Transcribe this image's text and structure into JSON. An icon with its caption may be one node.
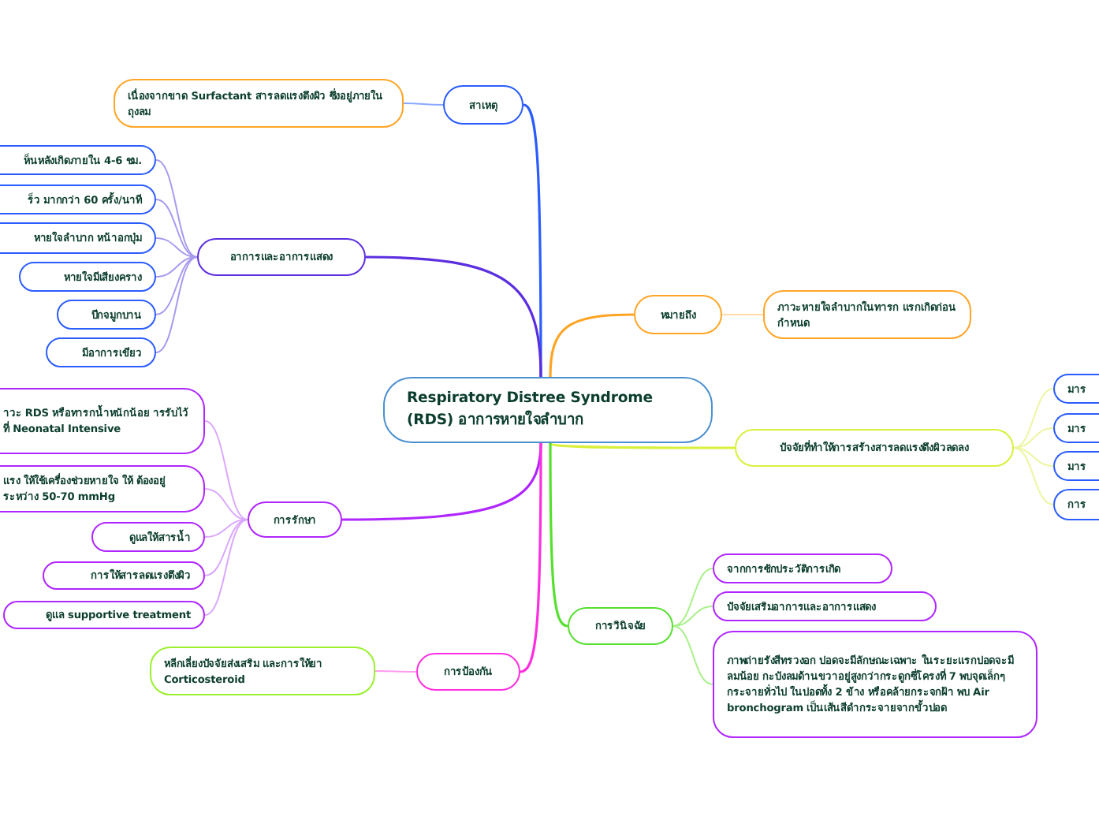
{
  "diagram": {
    "nodes": [
      {
        "text": [
          "Respiratory Distree Syndrome (RDS) อาการหายใจลำบาก"
        ]
      },
      {
        "text": [
          "สาเหตุ"
        ]
      },
      {
        "text": [
          "เนื่องจากขาด Surfactant สารลดแรงตึงผิว ซึ่งอยู่ภายในถุงลม"
        ]
      },
      {
        "text": [
          "อาการและอาการแสดง"
        ]
      },
      {
        "text": [
          "ห็นหลังเกิดภายใน 4-6 ชม."
        ]
      },
      {
        "text": [
          "ร็ว มากกว่า 60 ครั้ง/นาที"
        ]
      },
      {
        "text": [
          "หายใจลำบาก หน้าอกบุ๋ม"
        ]
      },
      {
        "text": [
          "หายใจมีเสียงคราง"
        ]
      },
      {
        "text": [
          "ปีกจมูกบาน"
        ]
      },
      {
        "text": [
          "มีอาการเขียว"
        ]
      },
      {
        "text": [
          "หมายถึง"
        ]
      },
      {
        "text": [
          "ภาวะหายใจลำบากในทารก แรกเกิดก่อนกำหนด"
        ]
      },
      {
        "text": [
          "ปัจจัยที่ทำให้การสร้างสารลดแรงตึงผิวลดลง"
        ]
      },
      {
        "text": [
          "มาร"
        ]
      },
      {
        "text": [
          "มาร"
        ]
      },
      {
        "text": [
          "มาร"
        ]
      },
      {
        "text": [
          "การ"
        ]
      },
      {
        "text": [
          "การรักษา"
        ]
      },
      {
        "text": [
          "าวะ RDS หรือทารกน้ำหนักน้อย ารรับไว้ที่ Neonatal Intensive"
        ]
      },
      {
        "text": [
          "แรง ให้ใช้เครื่องช่วยหายใจ ให้ ต้องอยู่ระหว่าง 50-70 mmHg"
        ]
      },
      {
        "text": [
          "ดูแลให้สารน้ำ"
        ]
      },
      {
        "text": [
          "การให้สารลดแรงตึงผิว"
        ]
      },
      {
        "text": [
          "ดูแล supportive treatment"
        ]
      },
      {
        "text": [
          "การป้องกัน"
        ]
      },
      {
        "text": [
          "หลีกเลี่ยงปัจจัยส่งเสริม และการให้ยา Corticosteroid"
        ]
      },
      {
        "text": [
          "การวินิจฉัย"
        ]
      },
      {
        "text": [
          "จากการซักประวัติการเกิด"
        ]
      },
      {
        "text": [
          "ปัจจัยเสริมอาการและอาการแสดง"
        ]
      },
      {
        "text": [
          "ภาพถ่ายรังสีทรวงอก ปอดจะมีลักษณะเฉพาะ ในระยะแรกปอดจะมีลมน้อย กะบังลมด้านขวาอยู่สูงกว่ากระดูกซี่โครงที่ 7 พบจุดเล็กๆกระจายทั่วไป ในปอดทั้ง 2 ข้าง หรือคล้ายกระจกฝ้า พบ Air bronchogram เป็นเส้นสีดำกระจายจากขั้วปอด"
        ]
      }
    ],
    "edges": [
      {
        "from": 0,
        "to": 1,
        "arrow": "none",
        "color": "#2a5cff"
      },
      {
        "from": 1,
        "to": 2,
        "arrow": "none",
        "color": "#8aa8ff"
      },
      {
        "from": 0,
        "to": 3,
        "arrow": "none",
        "color": "#5b2ee0"
      },
      {
        "from": 3,
        "to": 4,
        "arrow": "none",
        "color": "#a99af0"
      },
      {
        "from": 3,
        "to": 5,
        "arrow": "none",
        "color": "#a99af0"
      },
      {
        "from": 3,
        "to": 6,
        "arrow": "none",
        "color": "#a99af0"
      },
      {
        "from": 3,
        "to": 7,
        "arrow": "none",
        "color": "#a99af0"
      },
      {
        "from": 3,
        "to": 8,
        "arrow": "none",
        "color": "#a99af0"
      },
      {
        "from": 3,
        "to": 9,
        "arrow": "none",
        "color": "#a99af0"
      },
      {
        "from": 0,
        "to": 10,
        "arrow": "none",
        "color": "#ffa526"
      },
      {
        "from": 10,
        "to": 11,
        "arrow": "none",
        "color": "#ffd9a8"
      },
      {
        "from": 0,
        "to": 12,
        "arrow": "none",
        "color": "#d9f03a"
      },
      {
        "from": 12,
        "to": 13,
        "arrow": "none",
        "color": "#eef5a0"
      },
      {
        "from": 12,
        "to": 14,
        "arrow": "none",
        "color": "#eef5a0"
      },
      {
        "from": 12,
        "to": 15,
        "arrow": "none",
        "color": "#eef5a0"
      },
      {
        "from": 12,
        "to": 16,
        "arrow": "none",
        "color": "#eef5a0"
      },
      {
        "from": 0,
        "to": 17,
        "arrow": "none",
        "color": "#b026ff"
      },
      {
        "from": 17,
        "to": 18,
        "arrow": "none",
        "color": "#dba8ff"
      },
      {
        "from": 17,
        "to": 19,
        "arrow": "none",
        "color": "#dba8ff"
      },
      {
        "from": 17,
        "to": 20,
        "arrow": "none",
        "color": "#dba8ff"
      },
      {
        "from": 17,
        "to": 21,
        "arrow": "none",
        "color": "#dba8ff"
      },
      {
        "from": 17,
        "to": 22,
        "arrow": "none",
        "color": "#dba8ff"
      },
      {
        "from": 0,
        "to": 23,
        "arrow": "none",
        "color": "#ff2ee0"
      },
      {
        "from": 23,
        "to": 24,
        "arrow": "none",
        "color": "#ff9af0"
      },
      {
        "from": 0,
        "to": 25,
        "arrow": "none",
        "color": "#55e02e"
      },
      {
        "from": 25,
        "to": 26,
        "arrow": "none",
        "color": "#a8f08a"
      },
      {
        "from": 25,
        "to": 27,
        "arrow": "none",
        "color": "#a8f08a"
      },
      {
        "from": 25,
        "to": 28,
        "arrow": "none",
        "color": "#a8f08a"
      }
    ]
  }
}
